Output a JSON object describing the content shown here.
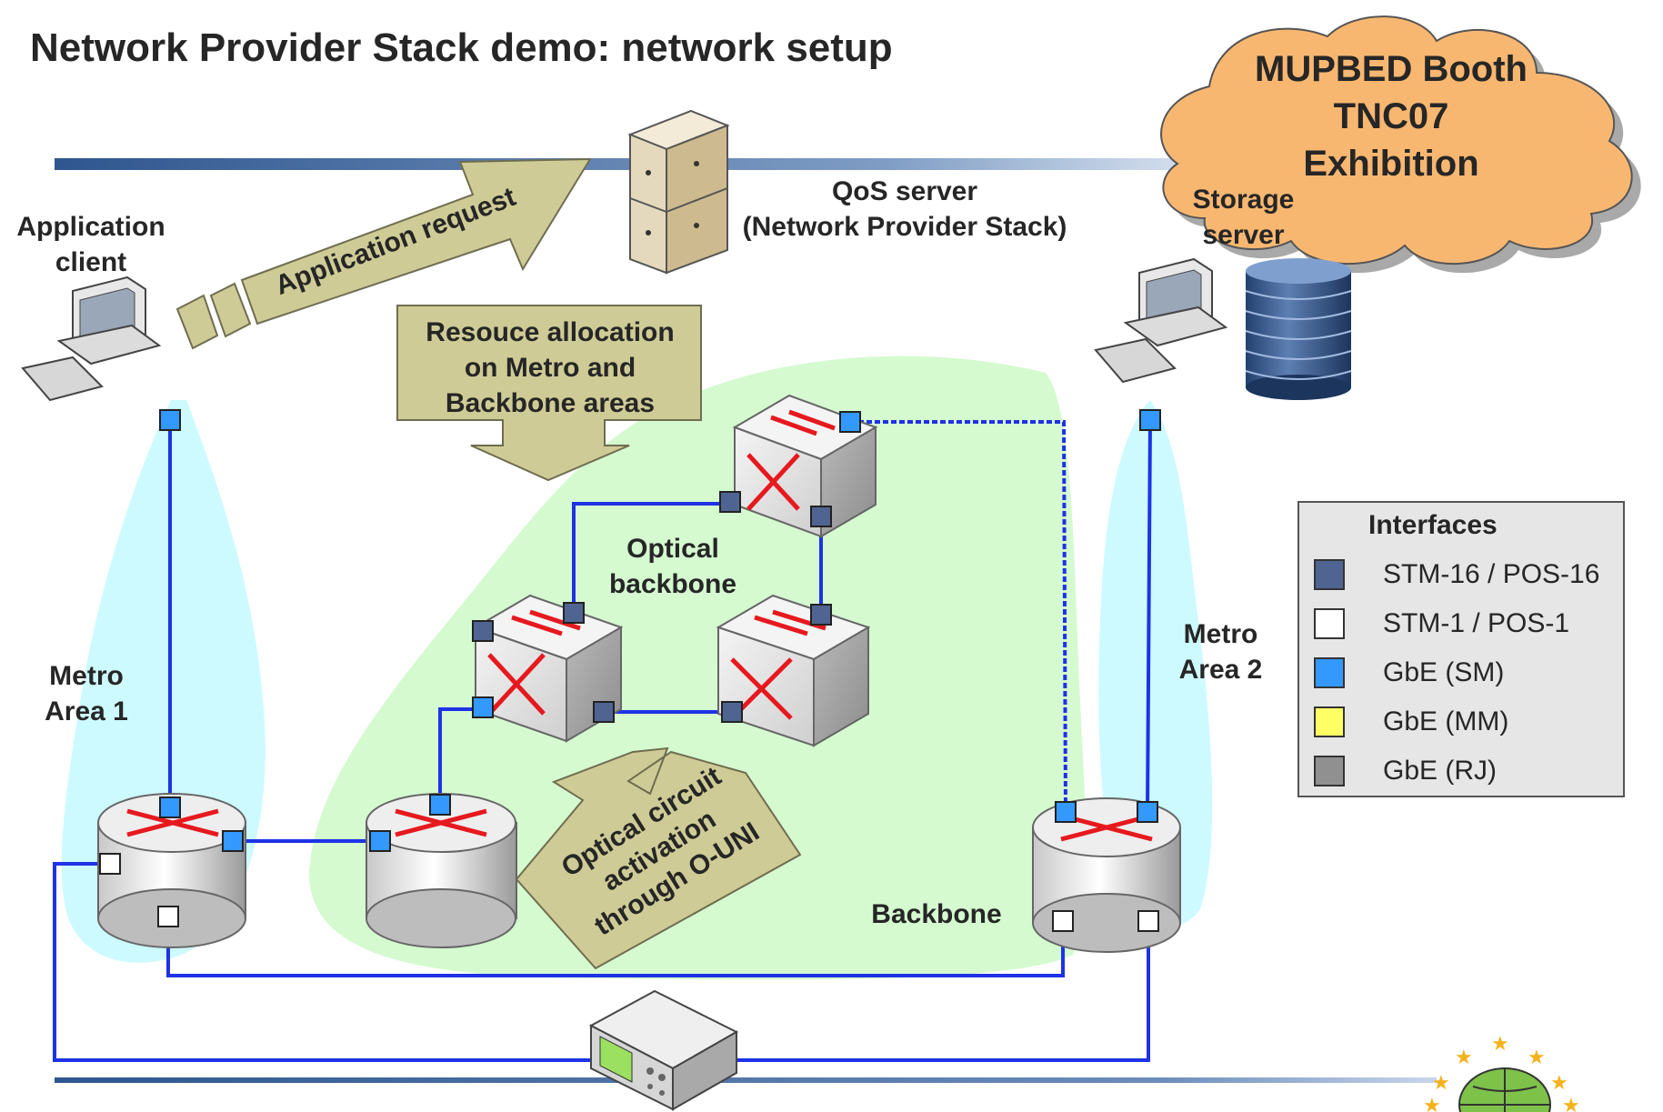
{
  "title": "Network Provider Stack demo: network setup",
  "cloud": {
    "lines": [
      "MUPBED Booth",
      "TNC07",
      "Exhibition"
    ],
    "color": "#f8b771"
  },
  "labels": {
    "qos_server": [
      "QoS server",
      "(Network Provider Stack)"
    ],
    "storage_server": [
      "Storage",
      "server"
    ],
    "app_client": [
      "Application",
      "client"
    ],
    "metro1": [
      "Metro",
      "Area 1"
    ],
    "metro2": [
      "Metro",
      "Area 2"
    ],
    "optical_backbone": [
      "Optical",
      "backbone"
    ],
    "backbone": "Backbone"
  },
  "arrows": {
    "application_request": "Application request",
    "resource_allocation": [
      "Resouce allocation",
      "on Metro and",
      "Backbone areas"
    ],
    "optical_circuit": [
      "Optical circuit",
      "activation",
      "through O-UNI"
    ]
  },
  "legend": {
    "title": "Interfaces",
    "items": [
      {
        "label": "STM-16 / POS-16",
        "color": "#4f6491"
      },
      {
        "label": "STM-1 / POS-1",
        "color": "#ffffff"
      },
      {
        "label": "GbE (SM)",
        "color": "#3399ff"
      },
      {
        "label": "GbE (MM)",
        "color": "#ffff66"
      },
      {
        "label": "GbE (RJ)",
        "color": "#909090"
      }
    ]
  },
  "colors": {
    "link": "#1e32e6",
    "metro_area": "#cdfaff",
    "backbone_area": "#d5fad0",
    "arrow_fill": "#cfcb96",
    "rail": "#345a91",
    "router_arrow": "#e6191e"
  }
}
